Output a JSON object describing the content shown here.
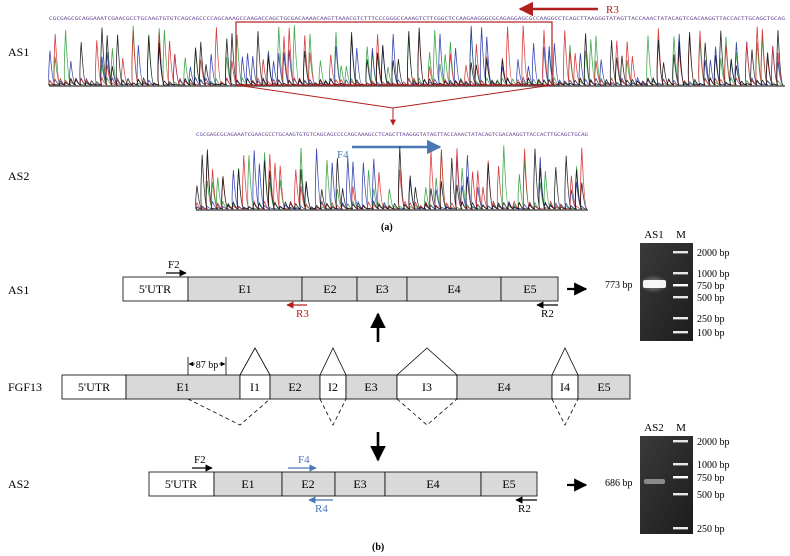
{
  "panel_a": {
    "label": "(a)",
    "rows": [
      {
        "name": "AS1",
        "sequence": "CGCGAGCGCAGGAAATCGAACGCCTGCAAGTGTGTCAGCAGCCCCAGCAAAGCCAAGACCAGCTGCGACAAAACAAGTTAAACGTCTTTCCCGGGCCAAAGTCTTCGGCTCCAAGAAGGGCGCAGAGGAGCGCCAAGGCCTCAGCTTAAGGGTATAGTTACCAAACTATACAGTCGACAAGGTTACCACTTGCAGCTGCAG"
      },
      {
        "name": "AS2",
        "sequence": "CGCGAGCGCAGAAATCGAACGCCTGCAAGTGTGTCAGCAGCCCCAGCAAAGCCTCAGCTTAAGGGTATAGTTACCAAACTATACAGTCGACAAGGTTACCACTTGCAGCTGCAG"
      }
    ],
    "primers": {
      "R3": "R3",
      "F4": "F4"
    }
  },
  "panel_b": {
    "label": "(b)",
    "utr_label": "5'UTR",
    "distance_label": "87 bp",
    "primers": {
      "F2": "F2",
      "R2": "R2",
      "R3": "R3",
      "F4": "F4",
      "R4": "R4"
    },
    "fgf13": {
      "name": "FGF13",
      "segments": [
        "5'UTR",
        "E1",
        "I1",
        "E2",
        "I2",
        "E3",
        "I3",
        "E4",
        "I4",
        "E5"
      ]
    },
    "as1": {
      "name": "AS1",
      "segments": [
        "5'UTR",
        "E1",
        "E2",
        "E3",
        "E4",
        "E5"
      ]
    },
    "as2": {
      "name": "AS2",
      "segments": [
        "5'UTR",
        "E1",
        "E2",
        "E3",
        "E4",
        "E5"
      ]
    },
    "gel_as1": {
      "lane_labels": [
        "AS1",
        "M"
      ],
      "marker_bands": [
        "2000 bp",
        "1000 bp",
        "750 bp",
        "500 bp",
        "250 bp",
        "100 bp"
      ],
      "product": "773 bp"
    },
    "gel_as2": {
      "lane_labels": [
        "AS2",
        "M"
      ],
      "marker_bands": [
        "2000 bp",
        "1000 bp",
        "750 bp",
        "500 bp",
        "250 bp"
      ],
      "product": "686 bp"
    }
  },
  "colors": {
    "red": "#b01e1e",
    "blue": "#4a78b5",
    "exon_fill": "#d9d9d9",
    "trace_green": "#2e9e3a",
    "trace_blue": "#2633a8",
    "trace_red": "#d42a2a",
    "trace_black": "#111111",
    "gel_bg": "#2a2a2a",
    "band": "#e8e8e8"
  }
}
